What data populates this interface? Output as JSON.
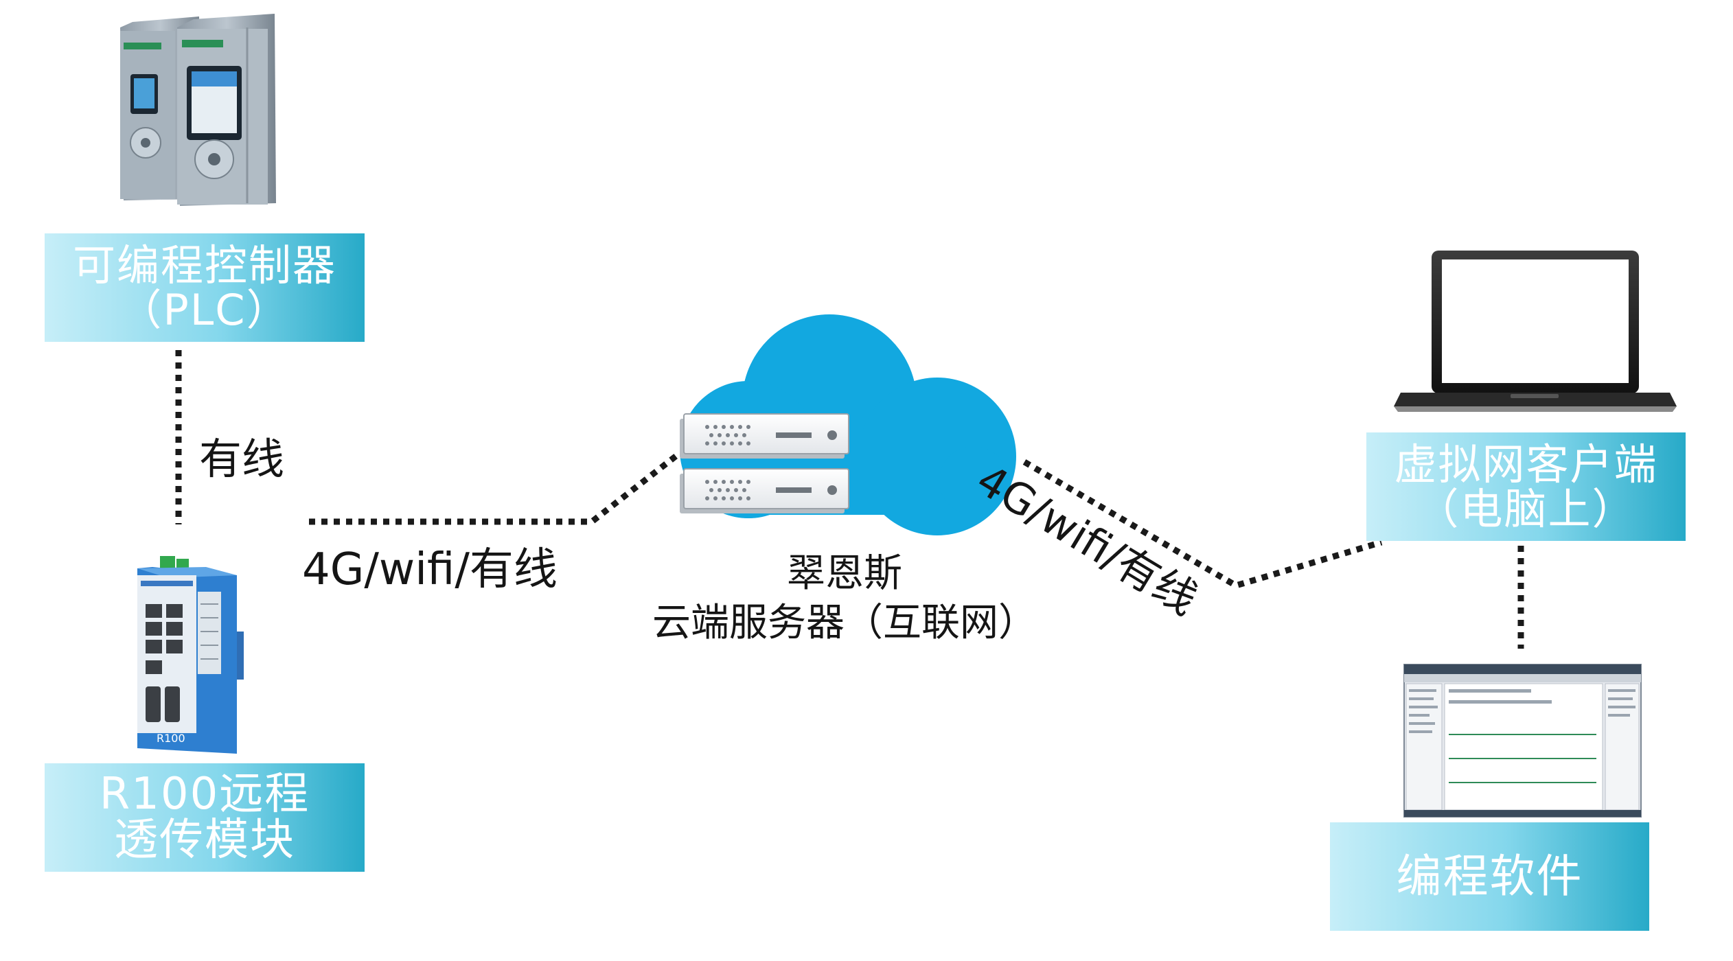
{
  "nodes": {
    "plc": {
      "line1": "可编程控制器",
      "line2": "（PLC）"
    },
    "r100": {
      "line1": "R100远程",
      "line2": "透传模块",
      "device_label": "R100"
    },
    "server": {
      "line1": "翠恩斯",
      "line2": "云端服务器（互联网）"
    },
    "virtual_client": {
      "line1": "虚拟网客户端",
      "line2": "（电脑上）"
    },
    "software": {
      "line1": "编程软件"
    }
  },
  "links": {
    "plc_r100": "有线",
    "r100_cloud": "4G/wifi/有线",
    "cloud_client": "4G/wifi/有线"
  },
  "colors": {
    "box_light": "#c6eef8",
    "box_dark": "#27aac8",
    "cloud": "#12a8e0",
    "module_blue": "#2e7fd0",
    "link_dots": "#1a1a1a"
  }
}
